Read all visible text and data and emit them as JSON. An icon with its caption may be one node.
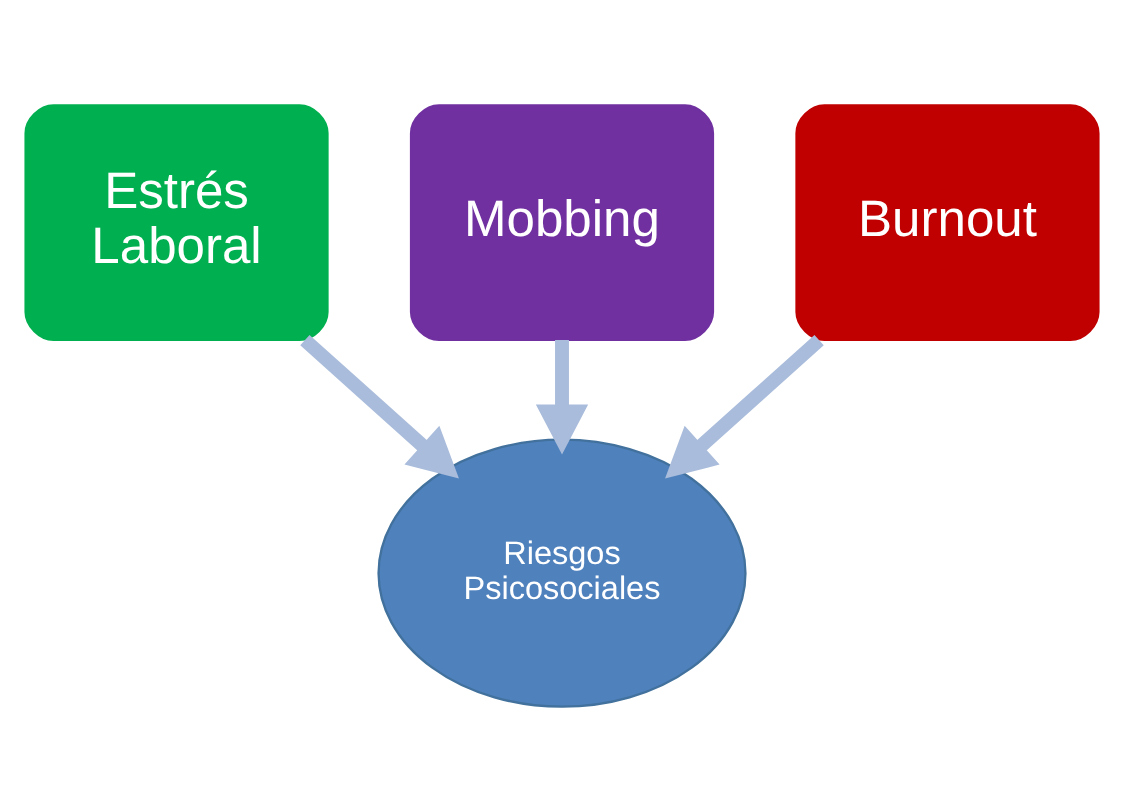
{
  "diagram": {
    "nodes": [
      {
        "text": [
          "Estrés Laboral"
        ]
      },
      {
        "text": [
          "Mobbing"
        ]
      },
      {
        "text": [
          "Burnout"
        ]
      },
      {
        "text": [
          "Riesgos Psicosociales"
        ]
      }
    ],
    "edges": [
      {
        "from": 0,
        "to": 3,
        "arrow": "to"
      },
      {
        "from": 1,
        "to": 3,
        "arrow": "to"
      },
      {
        "from": 2,
        "to": 3,
        "arrow": "to"
      }
    ]
  }
}
